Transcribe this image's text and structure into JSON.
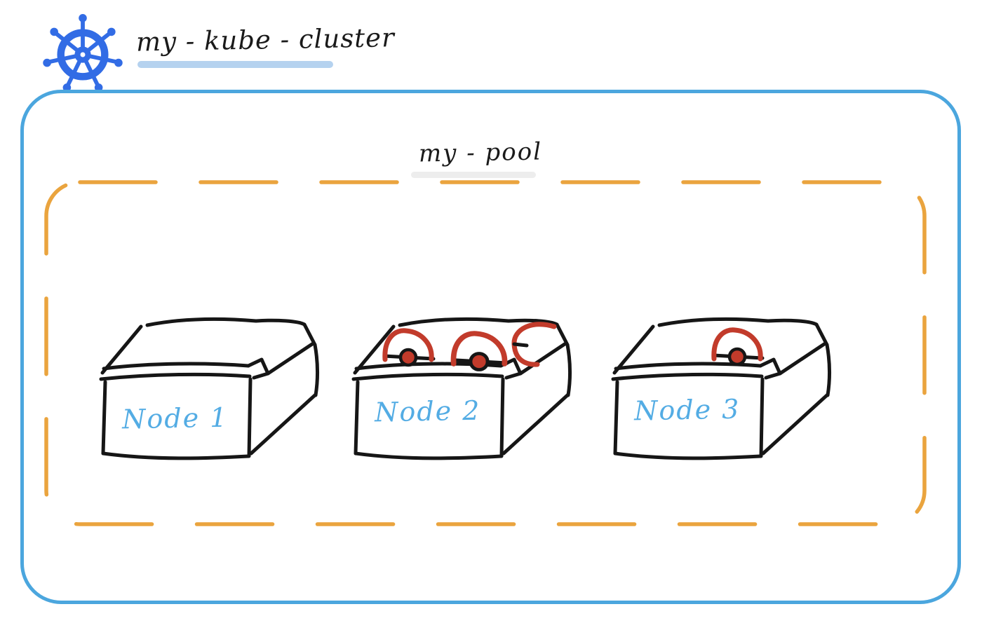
{
  "header": {
    "logo_icon": "kubernetes-helm-wheel-icon",
    "title": "my - kube - cluster"
  },
  "pool": {
    "label": "my - pool"
  },
  "nodes": [
    {
      "label": "Node 1",
      "pod_count": 0
    },
    {
      "label": "Node 2",
      "pod_count": 3
    },
    {
      "label": "Node 3",
      "pod_count": 1
    }
  ],
  "colors": {
    "kubernetes_blue": "#326CE5",
    "cluster_border_blue": "#4BA6DE",
    "pool_border_orange": "#EAA43E",
    "node_label_blue": "#53ACE4",
    "pod_red": "#C23B2B",
    "sketch_black": "#161616",
    "title_underline_blue": "#B5D2EF",
    "pool_underline_gray": "#EDEDED"
  }
}
